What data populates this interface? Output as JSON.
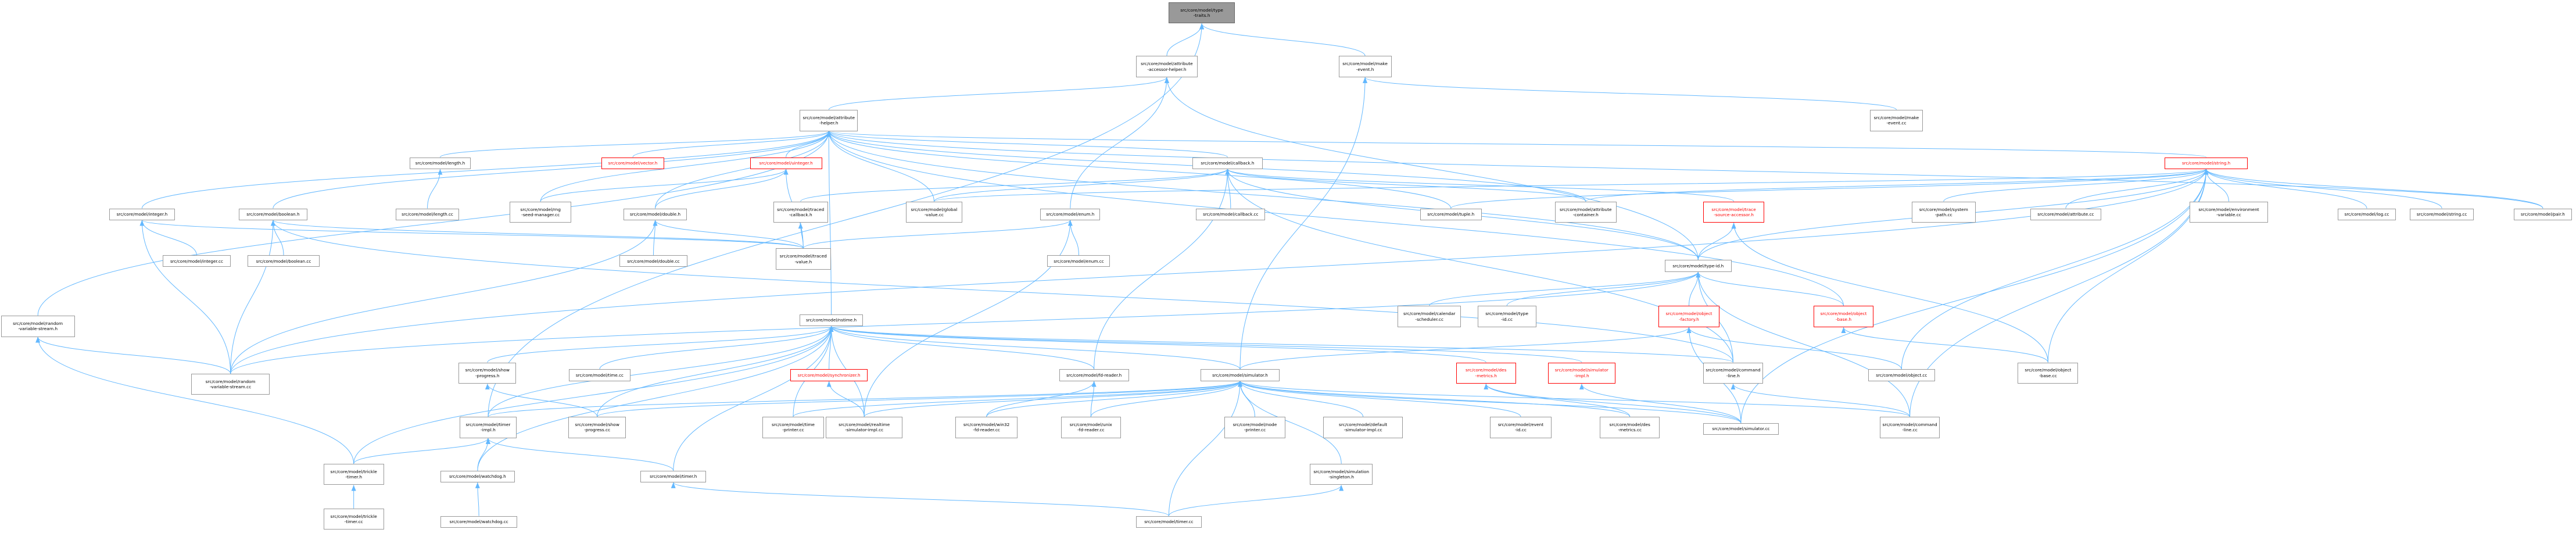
{
  "colors": {
    "edge": "#63b8ff",
    "border": "#999999",
    "focus_fill": "#999999",
    "missing": "#ff0000",
    "text": "#000000"
  },
  "nodes": [
    {
      "id": "type_traits",
      "label": "src/core/model/type\n-traits.h",
      "style": "focus"
    },
    {
      "id": "attr_accessor_helper",
      "label": "src/core/model/attribute\n-accessor-helper.h"
    },
    {
      "id": "make_event_h",
      "label": "src/core/model/make\n-event.h"
    },
    {
      "id": "attr_helper",
      "label": "src/core/model/attribute\n-helper.h"
    },
    {
      "id": "make_event_cc",
      "label": "src/core/model/make\n-event.cc"
    },
    {
      "id": "length_h",
      "label": "src/core/model/length.h"
    },
    {
      "id": "vector_h",
      "label": "src/core/model/vector.h",
      "style": "red"
    },
    {
      "id": "uinteger_h",
      "label": "src/core/model/uinteger.h",
      "style": "red"
    },
    {
      "id": "callback_h",
      "label": "src/core/model/callback.h"
    },
    {
      "id": "string_h",
      "label": "src/core/model/string.h",
      "style": "red"
    },
    {
      "id": "integer_h",
      "label": "src/core/model/integer.h"
    },
    {
      "id": "boolean_h",
      "label": "src/core/model/boolean.h"
    },
    {
      "id": "length_cc",
      "label": "src/core/model/length.cc"
    },
    {
      "id": "rng_seed",
      "label": "src/core/model/rng\n-seed-manager.cc"
    },
    {
      "id": "double_h",
      "label": "src/core/model/double.h"
    },
    {
      "id": "global_value",
      "label": "src/core/model/global\n-value.cc"
    },
    {
      "id": "traced_callback",
      "label": "src/core/model/traced\n-callback.h"
    },
    {
      "id": "callback_cc",
      "label": "src/core/model/callback.cc"
    },
    {
      "id": "enum_h",
      "label": "src/core/model/enum.h"
    },
    {
      "id": "tuple_h",
      "label": "src/core/model/tuple.h"
    },
    {
      "id": "attr_container",
      "label": "src/core/model/attribute\n-container.h"
    },
    {
      "id": "trace_source_accessor",
      "label": "src/core/model/trace\n-source-accessor.h",
      "style": "red"
    },
    {
      "id": "system_path",
      "label": "src/core/model/system\n-path.cc"
    },
    {
      "id": "attribute_cc",
      "label": "src/core/model/attribute.cc"
    },
    {
      "id": "env_variable",
      "label": "src/core/model/environment\n-variable.cc"
    },
    {
      "id": "log_cc",
      "label": "src/core/model/log.cc"
    },
    {
      "id": "string_cc",
      "label": "src/core/model/string.cc"
    },
    {
      "id": "pair_h",
      "label": "src/core/model/pair.h"
    },
    {
      "id": "integer_cc",
      "label": "src/core/model/integer.cc"
    },
    {
      "id": "boolean_cc",
      "label": "src/core/model/boolean.cc"
    },
    {
      "id": "double_cc",
      "label": "src/core/model/double.cc"
    },
    {
      "id": "traced_value",
      "label": "src/core/model/traced\n-value.h"
    },
    {
      "id": "enum_cc",
      "label": "src/core/model/enum.cc"
    },
    {
      "id": "type_id_h",
      "label": "src/core/model/type-id.h"
    },
    {
      "id": "random_var_h",
      "label": "src/core/model/random\n-variable-stream.h"
    },
    {
      "id": "nstime_h",
      "label": "src/core/model/nstime.h"
    },
    {
      "id": "calendar_sched",
      "label": "src/core/model/calendar\n-scheduler.cc"
    },
    {
      "id": "type_id_cc",
      "label": "src/core/model/type\n-id.cc"
    },
    {
      "id": "object_factory_h",
      "label": "src/core/model/object\n-factory.h",
      "style": "red"
    },
    {
      "id": "object_base_h",
      "label": "src/core/model/object\n-base.h",
      "style": "red"
    },
    {
      "id": "random_var_cc",
      "label": "src/core/model/random\n-variable-stream.cc"
    },
    {
      "id": "show_progress_h",
      "label": "src/core/model/show\n-progress.h"
    },
    {
      "id": "time_cc",
      "label": "src/core/model/time.cc"
    },
    {
      "id": "synchronizer_h",
      "label": "src/core/model/synchronizer.h",
      "style": "red"
    },
    {
      "id": "fd_reader_h",
      "label": "src/core/model/fd-reader.h"
    },
    {
      "id": "des_metrics_h",
      "label": "src/core/model/des\n-metrics.h",
      "style": "red"
    },
    {
      "id": "simulator_impl_h",
      "label": "src/core/model/simulator\n-impl.h",
      "style": "red"
    },
    {
      "id": "command_line_h",
      "label": "src/core/model/command\n-line.h"
    },
    {
      "id": "object_cc",
      "label": "src/core/model/object.cc"
    },
    {
      "id": "object_base_cc",
      "label": "src/core/model/object\n-base.cc"
    },
    {
      "id": "simulator_h",
      "label": "src/core/model/simulator.h"
    },
    {
      "id": "timer_impl_h",
      "label": "src/core/model/timer\n-impl.h"
    },
    {
      "id": "show_progress_cc",
      "label": "src/core/model/show\n-progress.cc"
    },
    {
      "id": "time_printer",
      "label": "src/core/model/time\n-printer.cc"
    },
    {
      "id": "realtime_sim",
      "label": "src/core/model/realtime\n-simulator-impl.cc"
    },
    {
      "id": "win32_fd",
      "label": "src/core/model/win32\n-fd-reader.cc"
    },
    {
      "id": "unix_fd",
      "label": "src/core/model/unix\n-fd-reader.cc"
    },
    {
      "id": "node_printer",
      "label": "src/core/model/node\n-printer.cc"
    },
    {
      "id": "default_sim",
      "label": "src/core/model/default\n-simulator-impl.cc"
    },
    {
      "id": "event_id_cc",
      "label": "src/core/model/event\n-id.cc"
    },
    {
      "id": "des_metrics_cc",
      "label": "src/core/model/des\n-metrics.cc"
    },
    {
      "id": "simulator_cc",
      "label": "src/core/model/simulator.cc"
    },
    {
      "id": "command_line_cc",
      "label": "src/core/model/command\n-line.cc"
    },
    {
      "id": "trickle_timer_h",
      "label": "src/core/model/trickle\n-timer.h"
    },
    {
      "id": "watchdog_h",
      "label": "src/core/model/watchdog.h"
    },
    {
      "id": "timer_h",
      "label": "src/core/model/timer.h"
    },
    {
      "id": "sim_singleton",
      "label": "src/core/model/simulation\n-singleton.h"
    },
    {
      "id": "trickle_timer_cc",
      "label": "src/core/model/trickle\n-timer.cc"
    },
    {
      "id": "watchdog_cc",
      "label": "src/core/model/watchdog.cc"
    },
    {
      "id": "timer_cc",
      "label": "src/core/model/timer.cc"
    }
  ],
  "edges": [
    [
      "type_traits",
      "attr_accessor_helper"
    ],
    [
      "type_traits",
      "make_event_h"
    ],
    [
      "type_traits",
      "timer_impl_h"
    ],
    [
      "attr_accessor_helper",
      "attr_helper"
    ],
    [
      "attr_accessor_helper",
      "enum_h"
    ],
    [
      "attr_accessor_helper",
      "type_id_h"
    ],
    [
      "make_event_h",
      "make_event_cc"
    ],
    [
      "make_event_h",
      "simulator_h"
    ],
    [
      "attr_helper",
      "length_h"
    ],
    [
      "attr_helper",
      "vector_h"
    ],
    [
      "attr_helper",
      "uinteger_h"
    ],
    [
      "attr_helper",
      "callback_h"
    ],
    [
      "attr_helper",
      "string_h"
    ],
    [
      "attr_helper",
      "integer_h"
    ],
    [
      "attr_helper",
      "boolean_h"
    ],
    [
      "attr_helper",
      "rng_seed"
    ],
    [
      "attr_helper",
      "double_h"
    ],
    [
      "attr_helper",
      "global_value"
    ],
    [
      "attr_helper",
      "tuple_h"
    ],
    [
      "attr_helper",
      "attr_container"
    ],
    [
      "attr_helper",
      "pair_h"
    ],
    [
      "attr_helper",
      "nstime_h"
    ],
    [
      "attr_helper",
      "random_var_h"
    ],
    [
      "attr_helper",
      "object_base_h"
    ],
    [
      "attr_helper",
      "type_id_h"
    ],
    [
      "length_h",
      "length_cc"
    ],
    [
      "uinteger_h",
      "rng_seed"
    ],
    [
      "uinteger_h",
      "traced_value"
    ],
    [
      "uinteger_h",
      "double_h"
    ],
    [
      "callback_h",
      "traced_callback"
    ],
    [
      "callback_h",
      "callback_cc"
    ],
    [
      "callback_h",
      "attr_container"
    ],
    [
      "callback_h",
      "type_id_h"
    ],
    [
      "callback_h",
      "fd_reader_h"
    ],
    [
      "callback_h",
      "trace_source_accessor"
    ],
    [
      "callback_h",
      "command_line_h"
    ],
    [
      "callback_h",
      "global_value"
    ],
    [
      "string_h",
      "system_path"
    ],
    [
      "string_h",
      "attribute_cc"
    ],
    [
      "string_h",
      "env_variable"
    ],
    [
      "string_h",
      "log_cc"
    ],
    [
      "string_h",
      "string_cc"
    ],
    [
      "string_h",
      "pair_h"
    ],
    [
      "string_h",
      "tuple_h"
    ],
    [
      "string_h",
      "attr_container"
    ],
    [
      "string_h",
      "object_base_cc"
    ],
    [
      "string_h",
      "object_cc"
    ],
    [
      "string_h",
      "command_line_cc"
    ],
    [
      "string_h",
      "global_value"
    ],
    [
      "string_h",
      "type_id_h"
    ],
    [
      "string_h",
      "simulator_cc"
    ],
    [
      "string_h",
      "random_var_cc"
    ],
    [
      "integer_h",
      "integer_cc"
    ],
    [
      "integer_h",
      "random_var_cc"
    ],
    [
      "integer_h",
      "traced_value"
    ],
    [
      "boolean_h",
      "boolean_cc"
    ],
    [
      "boolean_h",
      "random_var_cc"
    ],
    [
      "boolean_h",
      "traced_value"
    ],
    [
      "boolean_h",
      "command_line_h"
    ],
    [
      "double_h",
      "double_cc"
    ],
    [
      "double_h",
      "random_var_cc"
    ],
    [
      "double_h",
      "traced_value"
    ],
    [
      "traced_callback",
      "traced_value"
    ],
    [
      "enum_h",
      "enum_cc"
    ],
    [
      "enum_h",
      "traced_value"
    ],
    [
      "enum_h",
      "realtime_sim"
    ],
    [
      "trace_source_accessor",
      "type_id_h"
    ],
    [
      "trace_source_accessor",
      "object_base_cc"
    ],
    [
      "type_id_h",
      "calendar_sched"
    ],
    [
      "type_id_h",
      "type_id_cc"
    ],
    [
      "type_id_h",
      "object_factory_h"
    ],
    [
      "type_id_h",
      "object_base_h"
    ],
    [
      "type_id_h",
      "random_var_cc"
    ],
    [
      "type_id_h",
      "command_line_h"
    ],
    [
      "type_id_h",
      "command_line_cc"
    ],
    [
      "random_var_h",
      "random_var_cc"
    ],
    [
      "random_var_h",
      "trickle_timer_h"
    ],
    [
      "object_factory_h",
      "object_cc"
    ],
    [
      "object_factory_h",
      "simulator_cc"
    ],
    [
      "object_factory_h",
      "simulator_h"
    ],
    [
      "object_base_h",
      "object_base_cc"
    ],
    [
      "nstime_h",
      "show_progress_h"
    ],
    [
      "nstime_h",
      "time_cc"
    ],
    [
      "nstime_h",
      "synchronizer_h"
    ],
    [
      "nstime_h",
      "fd_reader_h"
    ],
    [
      "nstime_h",
      "des_metrics_h"
    ],
    [
      "nstime_h",
      "simulator_impl_h"
    ],
    [
      "nstime_h",
      "command_line_h"
    ],
    [
      "nstime_h",
      "simulator_h"
    ],
    [
      "nstime_h",
      "timer_impl_h"
    ],
    [
      "nstime_h",
      "show_progress_cc"
    ],
    [
      "nstime_h",
      "time_printer"
    ],
    [
      "nstime_h",
      "realtime_sim"
    ],
    [
      "nstime_h",
      "trickle_timer_h"
    ],
    [
      "nstime_h",
      "watchdog_h"
    ],
    [
      "nstime_h",
      "timer_h"
    ],
    [
      "show_progress_h",
      "show_progress_cc"
    ],
    [
      "synchronizer_h",
      "realtime_sim"
    ],
    [
      "fd_reader_h",
      "win32_fd"
    ],
    [
      "fd_reader_h",
      "unix_fd"
    ],
    [
      "des_metrics_h",
      "des_metrics_cc"
    ],
    [
      "des_metrics_h",
      "simulator_cc"
    ],
    [
      "simulator_impl_h",
      "simulator_cc"
    ],
    [
      "command_line_h",
      "command_line_cc"
    ],
    [
      "simulator_h",
      "show_progress_cc"
    ],
    [
      "simulator_h",
      "time_printer"
    ],
    [
      "simulator_h",
      "realtime_sim"
    ],
    [
      "simulator_h",
      "win32_fd"
    ],
    [
      "simulator_h",
      "unix_fd"
    ],
    [
      "simulator_h",
      "node_printer"
    ],
    [
      "simulator_h",
      "default_sim"
    ],
    [
      "simulator_h",
      "event_id_cc"
    ],
    [
      "simulator_h",
      "des_metrics_cc"
    ],
    [
      "simulator_h",
      "simulator_cc"
    ],
    [
      "simulator_h",
      "command_line_cc"
    ],
    [
      "simulator_h",
      "timer_impl_h"
    ],
    [
      "simulator_h",
      "sim_singleton"
    ],
    [
      "simulator_h",
      "timer_cc"
    ],
    [
      "timer_impl_h",
      "trickle_timer_h"
    ],
    [
      "timer_impl_h",
      "watchdog_h"
    ],
    [
      "timer_impl_h",
      "timer_h"
    ],
    [
      "trickle_timer_h",
      "trickle_timer_cc"
    ],
    [
      "watchdog_h",
      "watchdog_cc"
    ],
    [
      "timer_h",
      "timer_cc"
    ],
    [
      "sim_singleton",
      "timer_cc"
    ]
  ]
}
